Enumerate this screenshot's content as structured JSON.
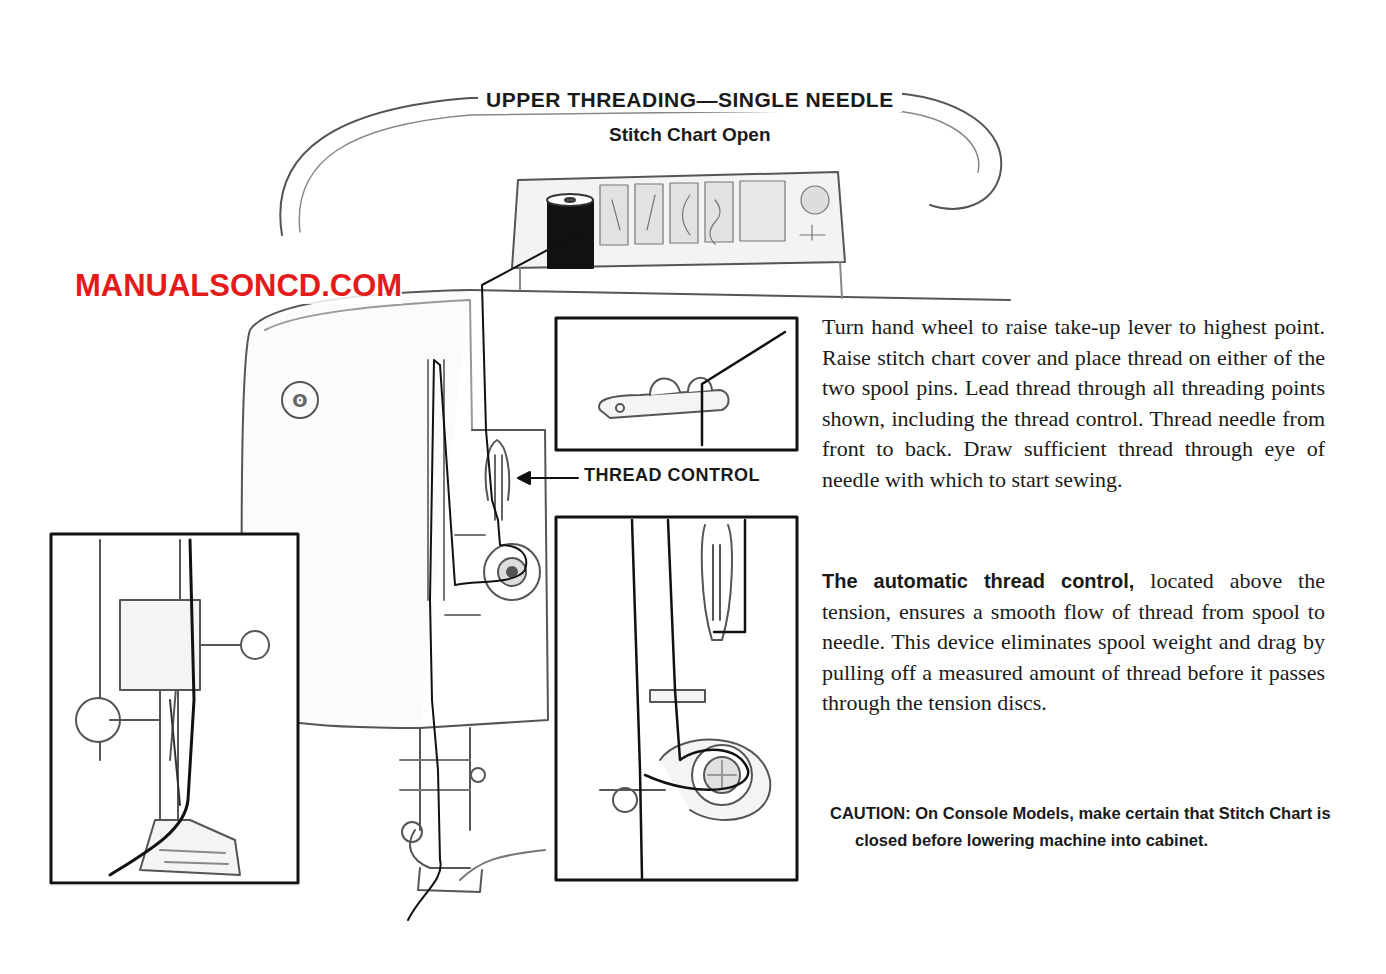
{
  "diagram": {
    "title": "UPPER THREADING—SINGLE NEEDLE",
    "labels": [
      "Stitch Chart Open",
      "MANUALSONCD.COM",
      "THREAD CONTROL",
      "Turn hand wheel to raise take-up lever to highest point. Raise stitch chart cover and place thread on either of the two spool pins. Lead thread through all threading points shown, including the thread control. Thread needle from front to back. Draw sufficient thread through eye of needle with which to start sewing.",
      "The automatic thread control,",
      "located above the tension, ensures a smooth flow of thread from spool to needle. This device eliminates spool weight and drag by pulling off a measured amount of thread before it passes through the tension discs.",
      "CAUTION: On Console Models, make certain that Stitch Chart is closed before lowering machine into cabinet."
    ]
  }
}
